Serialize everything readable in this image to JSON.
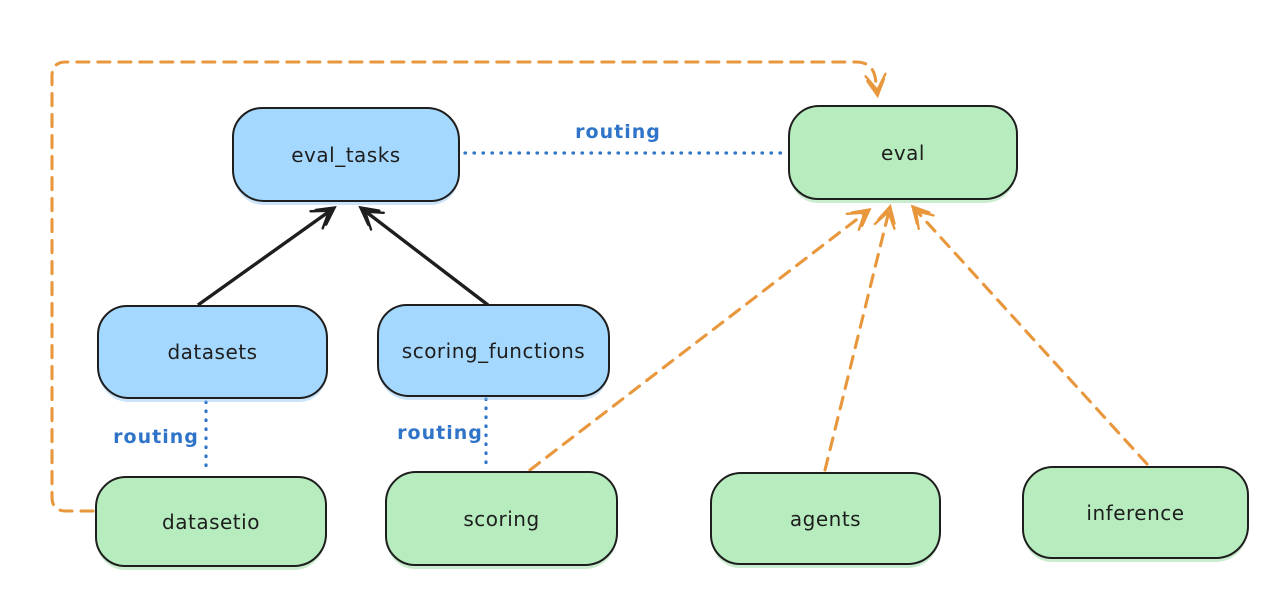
{
  "diagram": {
    "type": "flow-diagram",
    "colors": {
      "background": "#ffffff",
      "node_stroke": "#1e1e1e",
      "blue_fill": "#a5d8ff",
      "green_fill": "#b7edbe",
      "orange_edge": "#e8973c",
      "blue_edge": "#2f74c8"
    },
    "nodes": {
      "eval_tasks": {
        "label": "eval_tasks",
        "color": "blue"
      },
      "eval": {
        "label": "eval",
        "color": "green"
      },
      "datasets": {
        "label": "datasets",
        "color": "blue"
      },
      "scoring_functions": {
        "label": "scoring_functions",
        "color": "blue"
      },
      "datasetio": {
        "label": "datasetio",
        "color": "green"
      },
      "scoring": {
        "label": "scoring",
        "color": "green"
      },
      "agents": {
        "label": "agents",
        "color": "green"
      },
      "inference": {
        "label": "inference",
        "color": "green"
      }
    },
    "edges": {
      "datasets_to_eval_tasks": {
        "from": "datasets",
        "to": "eval_tasks",
        "style": "solid-arrow",
        "color": "black"
      },
      "scoring_functions_to_eval_tasks": {
        "from": "scoring_functions",
        "to": "eval_tasks",
        "style": "solid-arrow",
        "color": "black"
      },
      "eval_tasks_to_eval": {
        "from": "eval_tasks",
        "to": "eval",
        "style": "dotted",
        "color": "blue",
        "label": "routing"
      },
      "datasets_to_datasetio": {
        "from": "datasets",
        "to": "datasetio",
        "style": "dotted",
        "color": "blue",
        "label": "routing"
      },
      "scoring_functions_to_scoring": {
        "from": "scoring_functions",
        "to": "scoring",
        "style": "dotted",
        "color": "blue",
        "label": "routing"
      },
      "datasetio_to_eval": {
        "from": "datasetio",
        "to": "eval",
        "style": "dashed-arrow",
        "color": "orange",
        "route": "left-top-loop"
      },
      "scoring_to_eval": {
        "from": "scoring",
        "to": "eval",
        "style": "dashed-arrow",
        "color": "orange"
      },
      "agents_to_eval": {
        "from": "agents",
        "to": "eval",
        "style": "dashed-arrow",
        "color": "orange"
      },
      "inference_to_eval": {
        "from": "inference",
        "to": "eval",
        "style": "dashed-arrow",
        "color": "orange"
      }
    }
  }
}
